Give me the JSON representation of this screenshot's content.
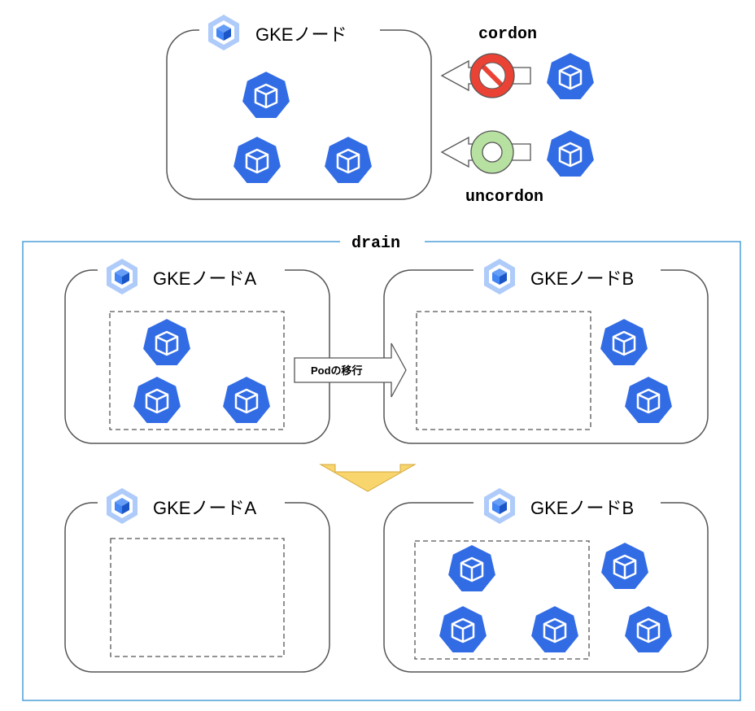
{
  "colors": {
    "pod_fill": "#326ce5",
    "pod_stroke": "#ffffff",
    "gke_icon_bg": "#aecbfa",
    "gke_icon_dark": "#4285f4",
    "gke_icon_mid": "#669df6",
    "cordon_sign": "#ea4335",
    "uncordon_ring": "#b7e1a1",
    "drain_frame": "#4a9fd8",
    "migration_arrow_fill": "#f9d56e"
  },
  "top": {
    "node_label": "GKEノード",
    "cordon_label": "cordon",
    "uncordon_label": "uncordon",
    "pods_in_node": 3
  },
  "drain": {
    "title": "drain",
    "before": {
      "node_a_label": "GKEノードA",
      "node_b_label": "GKEノードB",
      "migration_label": "Podの移行",
      "node_a_pods": 3,
      "node_b_pods": 2
    },
    "after": {
      "node_a_label": "GKEノードA",
      "node_b_label": "GKEノードB",
      "node_a_pods": 0,
      "node_b_pods": 5
    }
  },
  "icons": {
    "pod": "kubernetes-pod-icon",
    "node": "gke-node-icon",
    "cordon": "no-entry-icon",
    "uncordon": "ring-icon",
    "migrate": "right-arrow-icon",
    "result": "down-arrow-icon"
  }
}
